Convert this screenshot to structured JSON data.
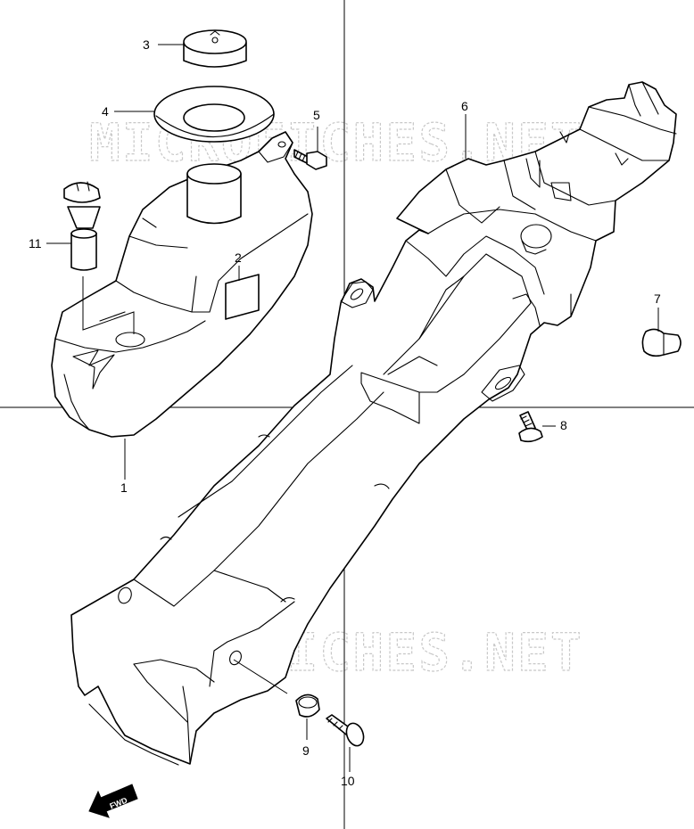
{
  "watermark": "MICROFICHES.NET",
  "fwd_label": "FWD",
  "callouts": {
    "p1": "1",
    "p2": "2",
    "p3": "3",
    "p4": "4",
    "p5": "5",
    "p6": "6",
    "p7": "7",
    "p8": "8",
    "p9": "9",
    "p10": "10",
    "p11": "11"
  }
}
